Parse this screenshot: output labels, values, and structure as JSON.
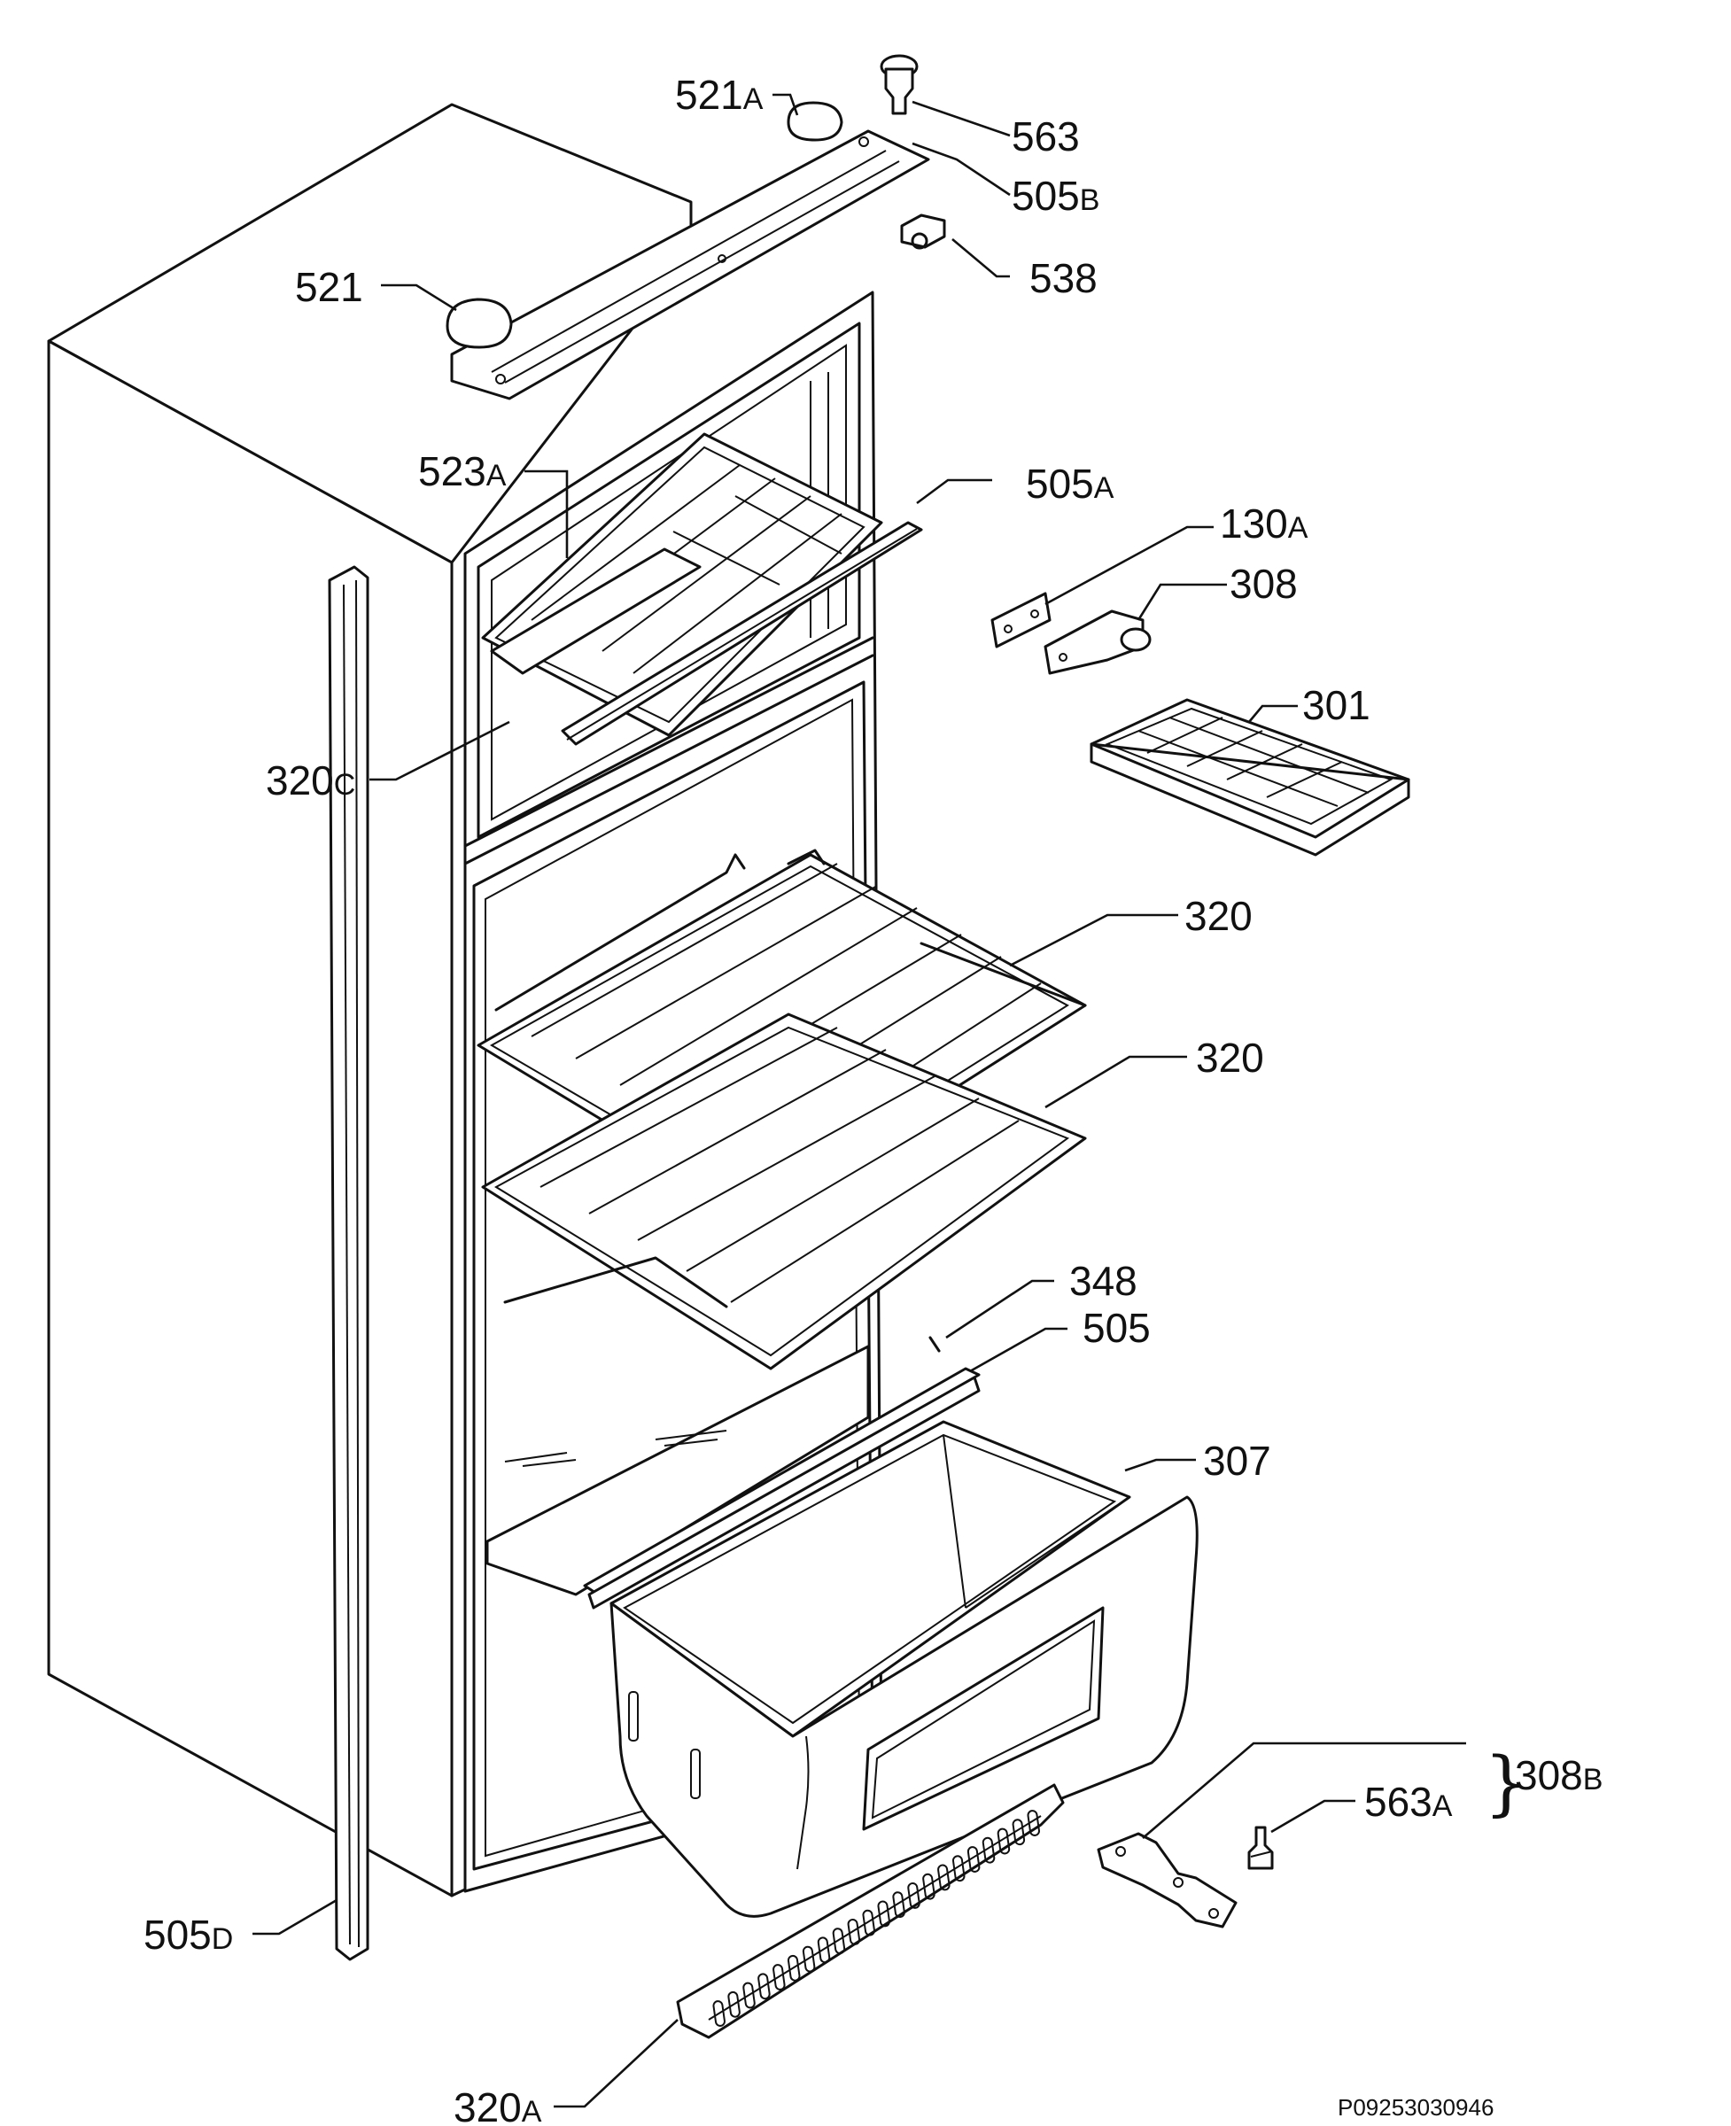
{
  "diagram": {
    "drawing_code": "P09253030946",
    "group_brace": "}",
    "parts": [
      {
        "id": "p521A",
        "main": "521",
        "suffix": "A"
      },
      {
        "id": "p563",
        "main": "563",
        "suffix": ""
      },
      {
        "id": "p505B",
        "main": "505",
        "suffix": "B"
      },
      {
        "id": "p538",
        "main": "538",
        "suffix": ""
      },
      {
        "id": "p521",
        "main": "521",
        "suffix": ""
      },
      {
        "id": "p523A",
        "main": "523",
        "suffix": "A"
      },
      {
        "id": "p505A",
        "main": "505",
        "suffix": "A"
      },
      {
        "id": "p130A",
        "main": "130",
        "suffix": "A"
      },
      {
        "id": "p308",
        "main": "308",
        "suffix": ""
      },
      {
        "id": "p301",
        "main": "301",
        "suffix": ""
      },
      {
        "id": "p320C",
        "main": "320",
        "suffix": "C"
      },
      {
        "id": "p320a",
        "main": "320",
        "suffix": ""
      },
      {
        "id": "p320b",
        "main": "320",
        "suffix": ""
      },
      {
        "id": "p348",
        "main": "348",
        "suffix": ""
      },
      {
        "id": "p505",
        "main": "505",
        "suffix": ""
      },
      {
        "id": "p307",
        "main": "307",
        "suffix": ""
      },
      {
        "id": "p563A",
        "main": "563",
        "suffix": "A"
      },
      {
        "id": "p308B",
        "main": "308",
        "suffix": "B"
      },
      {
        "id": "p505D",
        "main": "505",
        "suffix": "D"
      },
      {
        "id": "p320A",
        "main": "320",
        "suffix": "A"
      }
    ]
  }
}
